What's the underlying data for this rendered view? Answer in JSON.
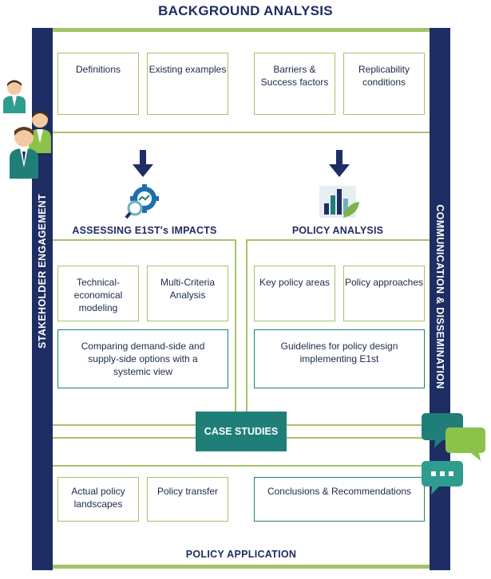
{
  "top_title": "BACKGROUND ANALYSIS",
  "bottom_title": "POLICY APPLICATION",
  "left_bar_label": "STAKEHOLDER ENGAGEMENT",
  "right_bar_label": "COMMUNICATION & DISSEMINATION",
  "background_boxes": [
    "Definitions",
    "Existing examples",
    "Barriers & Success factors",
    "Replicability conditions"
  ],
  "assessing": {
    "title": "ASSESSING E1ST's IMPACTS",
    "icon": "gear-magnifier-icon",
    "boxes": [
      "Technical-economical modeling",
      "Multi-Criteria Analysis"
    ],
    "wide_box": "Comparing demand-side and supply-side options with a systemic view"
  },
  "policy_analysis": {
    "title": "POLICY ANALYSIS",
    "icon": "bar-chart-leaf-icon",
    "boxes": [
      "Key policy areas",
      "Policy approaches"
    ],
    "wide_box": "Guidelines for policy design implementing E1st"
  },
  "case_studies": "CASE STUDIES",
  "application_boxes": [
    "Actual policy landscapes",
    "Policy transfer",
    "Conclusions & Recommendations"
  ],
  "colors": {
    "navy": "#1e2d63",
    "green": "#a6c26a",
    "teal": "#1f7f78"
  }
}
